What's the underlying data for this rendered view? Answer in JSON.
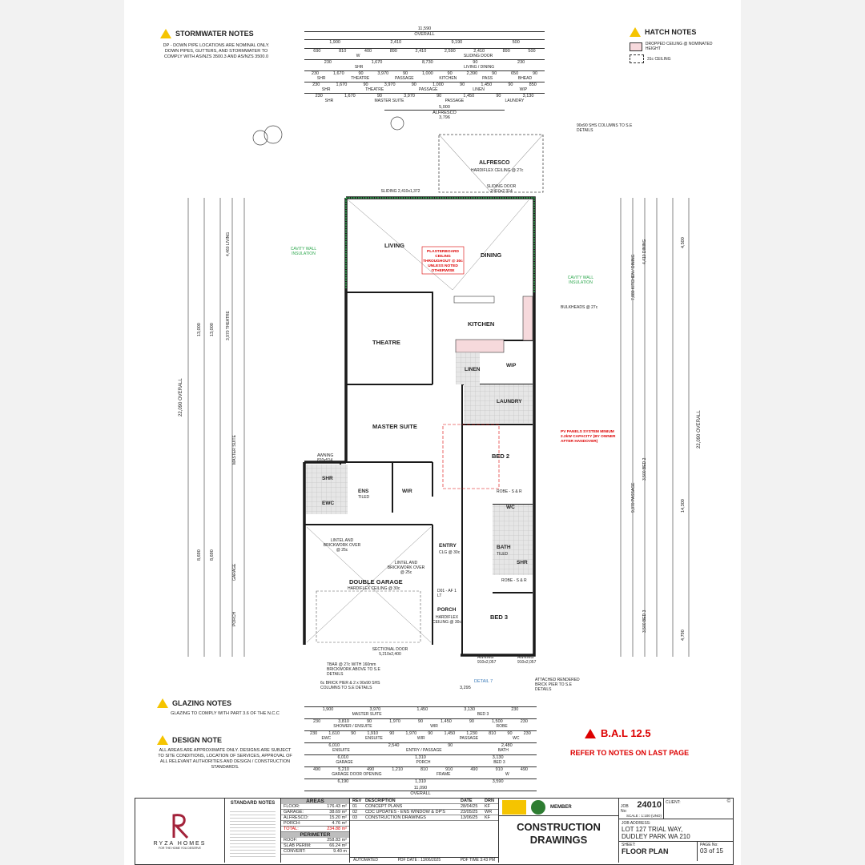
{
  "stormwater": {
    "title": "STORMWATER NOTES",
    "body": "DP - DOWN PIPE LOCATIONS ARE NOMINAL ONLY. DOWN PIPES, GUTTERS, AND STORMWATER TO COMPLY WITH AS/NZS 3500.3 AND AS/NZS 3500.0"
  },
  "hatch": {
    "title": "HATCH NOTES",
    "items": [
      "DROPPED CEILING @ NOMINATED HEIGHT",
      "31c CEILING"
    ]
  },
  "glazing": {
    "title": "GLAZING NOTES",
    "body": "GLAZING TO COMPLY WITH PART 3.6 OF THE N.C.C"
  },
  "design": {
    "title": "DESIGN NOTE",
    "body": "ALL AREAS ARE APPROXIMATE ONLY. DESIGNS ARE SUBJECT TO SITE CONDITIONS, LOCATION OF SERVICES, APPROVAL OF ALL RELEVANT AUTHORITIES AND DESIGN / CONSTRUCTION STANDARDS."
  },
  "top_dims": {
    "overall": "11,590",
    "overall_label": "OVERALL",
    "row1": [
      "1,900",
      "2,410",
      "9,190",
      "500"
    ],
    "row2": [
      "690",
      "810",
      "400",
      "890",
      "2,410",
      "2,590",
      "2,410",
      "890",
      "500"
    ],
    "row2_labels": [
      "W",
      "SLIDING DOOR"
    ],
    "row3": [
      "230",
      "1,670",
      "8,730",
      "90",
      "230"
    ],
    "row3_labels": [
      "SHR",
      "LIVING / DINING"
    ],
    "row4": [
      "230",
      "1,670",
      "90",
      "3,970",
      "90",
      "1,000",
      "90",
      "2,390",
      "90",
      "650",
      "90"
    ],
    "row4_labels": [
      "SHR",
      "THEATRE",
      "PASSAGE",
      "KITCHEN",
      "PASS",
      "BHEAD"
    ],
    "row5": [
      "230",
      "1,670",
      "90",
      "3,970",
      "90",
      "1,000",
      "90",
      "1,450",
      "90",
      "850"
    ],
    "row5_labels": [
      "SHR",
      "THEATRE",
      "PASSAGE",
      "LINEN",
      "WIP"
    ],
    "row6": [
      "230",
      "1,670",
      "90",
      "3,970",
      "90",
      "1,450",
      "90",
      "3,130"
    ],
    "row6_labels": [
      "SHR",
      "MASTER SUITE",
      "PASSAGE",
      "LAUNDRY"
    ],
    "alfresco": [
      "5,000",
      "ALFRESCO",
      "3,796"
    ]
  },
  "rooms": {
    "alfresco": "ALFRESCO",
    "alfresco_sub": "HARDIFLEX CEILING @ 27c",
    "living": "LIVING",
    "dining": "DINING",
    "kitchen": "KITCHEN",
    "theatre": "THEATRE",
    "linen": "LINEN",
    "wip": "WIP",
    "laundry": "LAUNDRY",
    "master": "MASTER SUITE",
    "bed2": "BED 2",
    "shr": "SHR",
    "ens": "ENS",
    "ens_sub": "TILED",
    "wir": "WIR",
    "ewc": "EWC",
    "wc": "WC",
    "bath": "BATH",
    "bath_sub": "TILED",
    "shr2": "SHR",
    "entry": "ENTRY",
    "entry_sub": "CLG @ 30c",
    "garage": "DOUBLE GARAGE",
    "garage_sub": "HARDIFLEX CEILING @ 30c",
    "porch": "PORCH",
    "porch_sub": "HARDIFLEX CEILING @ 30c",
    "bed3": "BED 3",
    "robe2": "ROBE - S & R",
    "robe3": "ROBE - S & R"
  },
  "annotations": {
    "plasterboard": "PLASTERBOARD CEILING THROUGHOUT @ 30c UNLESS NOTED OTHERWISE",
    "cavity_left": "CAVITY WALL INSULATION",
    "cavity_right": "CAVITY WALL INSULATION",
    "bulkheads": "BULKHEADS @ 27c",
    "pv": "PV PANELS SYSTEM MINIUM 2.2kW CAPACITY (BY OWNER AFTER HANDOVER)",
    "shs": "90x90 SHS COLUMNS TO S.E DETAILS",
    "sliding_top": "SLIDING 2,410x1,372",
    "sliding_door": "SLIDING DOOR 2,410x2,314",
    "lintel1": "LINTEL AND BRICKWORK OVER @ 25c",
    "lintel2": "LINTEL AND BRICKWORK OVER @ 25c",
    "sectional": "SECTIONAL DOOR 5,210x2,400",
    "tbar": "TBAR @ 27c WITH 160mm BRICKWORK ABOVE TO S.E DETAILS",
    "pier": "6c BRICK PIER & 2 x 90x90 SHS COLUMNS TO S.E DETAILS",
    "attached": "ATTACHED RENDERED BRICK PIER TO S.E DETAILS",
    "detail7": "DETAIL 7",
    "awning1": "AWNING 810x514",
    "awning2": "AWNING 910x2,057",
    "awning3": "AWNING 910x2,057",
    "d01": "D01 - AF 1 LT",
    "dim_3295": "3,295"
  },
  "left_dims": {
    "overall": "22,090 OVERALL",
    "v1": "13,000",
    "v2": "13,000",
    "v3": "8,690",
    "v4": "8,690",
    "living": "4,460 LIVING",
    "theatre": "3,970 THEATRE",
    "master": "MASTER SUITE",
    "garage": "GARAGE",
    "porch": "PORCH"
  },
  "right_dims": {
    "overall": "22,090 OVERALL",
    "v1": "4,500",
    "v2": "14,300",
    "v3": "4,790",
    "kd": "7,880 KITCHEN / DINING",
    "dining": "4,410 DINING",
    "passage": "9,370 PASSAGE",
    "bed2": "3,500 BED 2",
    "bed3": "3,500 BED 3"
  },
  "bottom_dims": {
    "overall": "11,090",
    "overall_label": "OVERALL",
    "row1": [
      "1,900",
      "3,970",
      "1,450",
      "3,130",
      "230"
    ],
    "row1_labels": [
      "MASTER SUITE",
      "BED 3"
    ],
    "row2": [
      "230",
      "3,810",
      "90",
      "1,970",
      "90",
      "1,450",
      "90",
      "1,500",
      "230"
    ],
    "row2_labels": [
      "SHOWER / ENSUITE",
      "WIR",
      "ROBE"
    ],
    "row3": [
      "230",
      "1,610",
      "90",
      "1,910",
      "90",
      "1,970",
      "90",
      "1,450",
      "1,230",
      "810",
      "90",
      "230"
    ],
    "row3_labels": [
      "EWC",
      "ENSUITE",
      "WIR",
      "PASSAGE",
      "WC"
    ],
    "row4": [
      "6,010",
      "2,540",
      "90",
      "2,480"
    ],
    "row4_labels": [
      "ENSUITE",
      "ENTRY / PASSAGE",
      "BATH"
    ],
    "row5": [
      "6,010",
      "1,310",
      "3,130"
    ],
    "row5_labels": [
      "GARAGE",
      "PORCH",
      "BED 3"
    ],
    "row6": [
      "490",
      "5,210",
      "490",
      "1,210",
      "810",
      "910",
      "490",
      "910",
      "490"
    ],
    "row6_labels": [
      "GARAGE DOOR OPENING",
      "FRAME",
      "W"
    ],
    "row7": [
      "6,190",
      "1,310",
      "3,590"
    ]
  },
  "bal": {
    "title": "B.A.L 12.5",
    "sub": "REFER TO NOTES ON LAST PAGE"
  },
  "title_block": {
    "company": "RYZA HOMES",
    "tagline": "FOR THE HOME YOU DESERVE",
    "standard_notes": "STANDARD NOTES",
    "areas_title": "AREAS",
    "areas": [
      {
        "label": "FLOOR:",
        "value": "176.43 m²"
      },
      {
        "label": "GARAGE:",
        "value": "38.69 m²"
      },
      {
        "label": "ALFRESCO:",
        "value": "15.20 m²"
      },
      {
        "label": "PORCH:",
        "value": "4.76 m²"
      },
      {
        "label": "TOTAL:",
        "value": "234.88 m²"
      }
    ],
    "perimeter_title": "PERIMETER",
    "perimeter": [
      {
        "label": "ROOF:",
        "value": "258.83 m²"
      },
      {
        "label": "SLAB PERIM:",
        "value": "66.24 m²"
      },
      {
        "label": "CONVERT:",
        "value": "9.40 m"
      }
    ],
    "rev_headers": [
      "REV",
      "DESCRIPTION",
      "DATE",
      "DRN"
    ],
    "revisions": [
      {
        "rev": "01",
        "desc": "CONCEPT PLANS",
        "date": "28/04/25",
        "drn": "KF"
      },
      {
        "rev": "02",
        "desc": "CDC UPDATES - ENS WINDOW & DP'S",
        "date": "23/05/25",
        "drn": "WR"
      },
      {
        "rev": "03",
        "desc": "CONSTRUCTION DRAWINGS",
        "date": "13/06/25",
        "drn": "KF"
      }
    ],
    "automated": "AUTOMATED",
    "pdf_date": "PDF DATE : 13/06/2025",
    "pdf_time": "PDF TIME 3:43 PM",
    "drawing_title_1": "CONSTRUCTION",
    "drawing_title_2": "DRAWINGS",
    "member": "MEMBER",
    "job_no_label": "JOB No:",
    "job_no": "24010",
    "scale": "SCALE : 1:100 (UNO)",
    "client_label": "CLIENT:",
    "job_address_label": "JOB ADDRESS:",
    "address_1": "LOT 127 TRIAL WAY,",
    "address_2": "DUDLEY PARK WA 210",
    "sheet_label": "SHEET:",
    "sheet": "FLOOR PLAN",
    "page_label": "PAGE No:",
    "page": "03",
    "of": "of 15",
    "copyright": "©"
  },
  "colors": {
    "accent_red": "#d00000",
    "wall": "#1a1a1a",
    "insulation": "#2fa84f",
    "hatch_pink": "#f6d9dc",
    "tile": "#d7d7d7"
  }
}
